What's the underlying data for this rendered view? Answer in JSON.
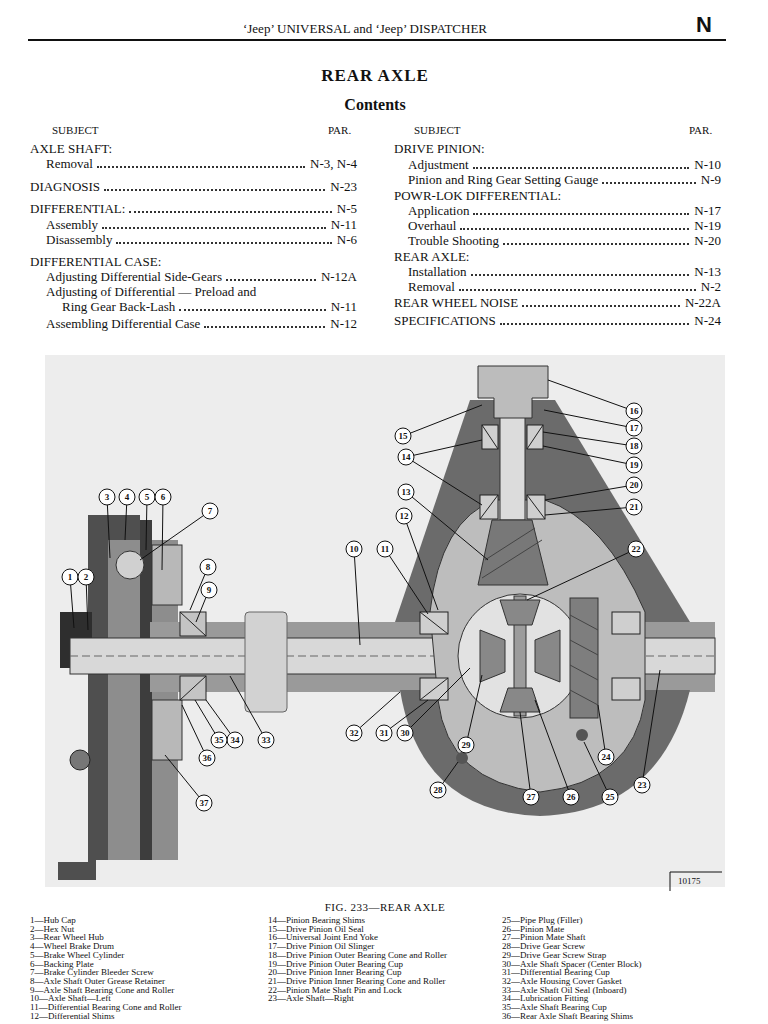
{
  "diagram": {
    "title": "REAR AXLE",
    "caption": "FIG. 233—REAR AXLE",
    "labels": [
      "‘Jeep’ UNIVERSAL and ‘Jeep’ DISPATCHER",
      "N",
      "Contents",
      "SUBJECT",
      "PAR.",
      "SUBJECT",
      "PAR.",
      "AXLE SHAFT:",
      "Removal",
      "N-3, N-4",
      "DIAGNOSIS",
      "N-23",
      "DIFFERENTIAL:",
      "N-5",
      "Assembly",
      "N-11",
      "Disassembly",
      "N-6",
      "DIFFERENTIAL CASE:",
      "Adjusting Differential Side-Gears",
      "N-12A",
      "Adjusting of Differential — Preload and Ring Gear Back-Lash",
      "N-11",
      "Assembling Differential Case",
      "N-12",
      "DRIVE PINION:",
      "Adjustment",
      "N-10",
      "Pinion and Ring Gear Setting Gauge",
      "N-9",
      "POWR-LOK DIFFERENTIAL:",
      "Application",
      "N-17",
      "Overhaul",
      "N-19",
      "Trouble Shooting",
      "N-20",
      "REAR AXLE:",
      "Installation",
      "N-13",
      "Removal",
      "N-2",
      "REAR WHEEL NOISE",
      "N-22A",
      "SPECIFICATIONS",
      "N-24",
      "1",
      "2",
      "3",
      "4",
      "5",
      "6",
      "7",
      "8",
      "9",
      "10",
      "11",
      "12",
      "13",
      "14",
      "15",
      "16",
      "17",
      "18",
      "19",
      "20",
      "21",
      "22",
      "23",
      "24",
      "25",
      "26",
      "27",
      "28",
      "29",
      "30",
      "31",
      "32",
      "33",
      "34",
      "35",
      "36",
      "37",
      "10175",
      "1—Hub Cap",
      "2—Hex Nut",
      "3—Rear Wheel Hub",
      "4—Wheel Brake Drum",
      "5—Brake Wheel Cylinder",
      "6—Backing Plate",
      "7—Brake Cylinder Bleeder Screw",
      "8—Axle Shaft Outer Grease Retainer",
      "9—Axle Shaft Bearing Cone and Roller",
      "10—Axle Shaft—Left",
      "11—Differential Bearing Cone and Roller",
      "12—Differential Shims",
      "14—Pinion Bearing Shims",
      "15—Drive Pinion Oil Seal",
      "16—Universal Joint End Yoke",
      "17—Drive Pinion Oil Slinger",
      "18—Drive Pinion Outer Bearing Cone and Roller",
      "19—Drive Pinion Outer Bearing Cup",
      "20—Drive Pinion Inner Bearing Cup",
      "21—Drive Pinion Inner Bearing Cone and Roller",
      "22—Pinion Mate Shaft Pin and Lock",
      "23—Axle Shaft—Right",
      "25—Pipe Plug (Filler)",
      "26—Pinion Mate",
      "27—Pinion Mate Shaft",
      "28—Drive Gear Screw",
      "29—Drive Gear Screw Strap",
      "30—Axle Shaft Spacer (Center Block)",
      "31—Differential Bearing Cup",
      "32—Axle Housing Cover Gasket",
      "33—Axle Shaft Oil Seal (Inboard)",
      "34—Lubrication Fitting",
      "35—Axle Shaft Bearing Cup",
      "36—Rear Axle Shaft Bearing Shims"
    ]
  }
}
